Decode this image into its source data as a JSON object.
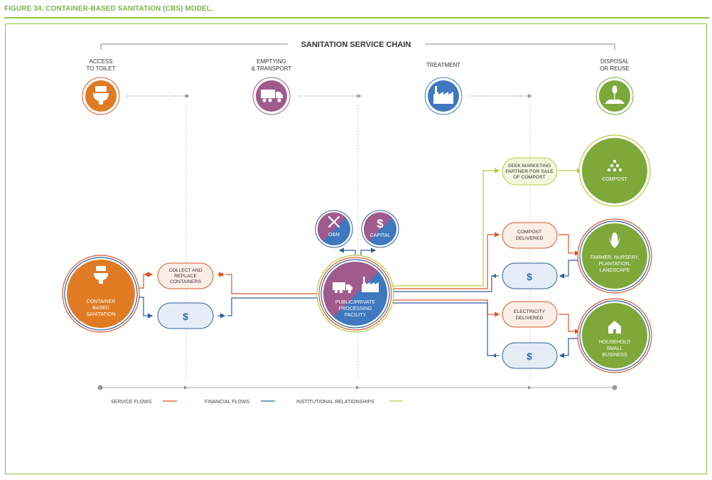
{
  "figure_title": "FIGURE 34. CONTAINER-BASED SANITATION (CBS) MODEL.",
  "chain_title": "SANITATION SERVICE CHAIN",
  "stages": [
    {
      "line1": "ACCESS",
      "line2": "TO TOILET",
      "icon": "toilet-icon",
      "color": "#e07b24"
    },
    {
      "line1": "EMPTYING",
      "line2": "& TRANSPORT",
      "icon": "truck-icon",
      "color": "#a05a8c"
    },
    {
      "line1": "TREATMENT",
      "line2": "",
      "icon": "factory-icon",
      "color": "#3f78bf"
    },
    {
      "line1": "DISPOSAL",
      "line2": "OR REUSE",
      "icon": "plant-icon",
      "color": "#7ea83a"
    }
  ],
  "nodes": {
    "cbs": {
      "lines": [
        "CONTAINER",
        "BASED",
        "SANITATION"
      ]
    },
    "collect": {
      "lines": [
        "COLLECT AND",
        "REPLACE",
        "CONTAINERS"
      ]
    },
    "pay_left": {
      "label": "$"
    },
    "facility": {
      "lines": [
        "PUBLIC/PRIVATE",
        "PROCESSING",
        "FACILITY"
      ]
    },
    "om": {
      "label": "O&M"
    },
    "capital": {
      "label": "CAPITAL"
    },
    "seek": {
      "lines": [
        "SEEK MARKETING",
        "PARTNER FOR SALE",
        "OF COMPOST"
      ]
    },
    "compost": {
      "label": "COMPOST"
    },
    "compost_delivered": {
      "lines": [
        "COMPOST",
        "DELIVERED"
      ]
    },
    "pay_farmer": {
      "label": "$"
    },
    "farmer": {
      "lines": [
        "FARMER, NURSERY,",
        "PLANTATION,",
        "LANDSCAPE"
      ]
    },
    "electricity": {
      "lines": [
        "ELECTRICITY",
        "DELIVERED"
      ]
    },
    "pay_household": {
      "label": "$"
    },
    "household": {
      "lines": [
        "HOUSEHOLD",
        "SMALL",
        "BUSINESS"
      ]
    }
  },
  "legend": [
    {
      "label": "SERVICE FLOWS",
      "color": "#d9572b"
    },
    {
      "label": "FINANCIAL FLOWS",
      "color": "#2e5f9c"
    },
    {
      "label": "INSTITUTIONAL RELATIONSHIPS",
      "color": "#b8cc3c"
    }
  ],
  "colors": {
    "orange": "#e07b24",
    "purple": "#a05a8c",
    "blue": "#3f78bf",
    "green": "#7ea83a",
    "service": "#d9572b",
    "financial": "#2e5f9c",
    "institutional": "#b8cc3c",
    "frame": "#8dc63f"
  }
}
